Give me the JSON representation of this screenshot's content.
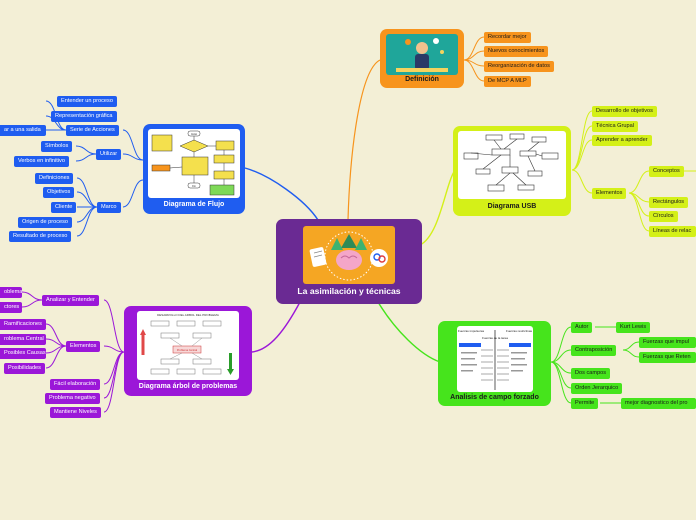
{
  "central": {
    "title": "La asimilación y técnicas",
    "color": "#6a2a93"
  },
  "definicion": {
    "title": "Definición",
    "items": [
      "Recordar mejor",
      "Nuevos conocimientos",
      "Reorganización de datos",
      "De MCP A MLP"
    ]
  },
  "usb": {
    "title": "Diagrama USB",
    "items": [
      "Desarrollo de objetivos",
      "Técnica Grupal",
      "Aprender a aprender"
    ],
    "elementos": {
      "label": "Elementos",
      "children": [
        "Conceptos",
        "Rectángulos",
        "Círculos",
        "Líneas de relac"
      ]
    }
  },
  "campo": {
    "title": "Analisis de campo forzado",
    "autor": {
      "label": "Autor",
      "value": "Kurt Lewis"
    },
    "contraposicion": {
      "label": "Contraposición",
      "children": [
        "Fuerzas que impul",
        "Fuerzas que Reten"
      ]
    },
    "items": [
      "Dos campos",
      "Orden Jerarquico"
    ],
    "permite": {
      "label": "Permite",
      "value": "mejor diagnostico del pro"
    },
    "thumb": {
      "left_header": "Fuerzas impulsoras",
      "center": "Fuerzas de la tarea",
      "right_header": "Fuerzas restrictivas"
    }
  },
  "flujo": {
    "title": "Diagrama de Flujo",
    "serie": {
      "label": "Serie de Acciones",
      "children": [
        "Entender un proceso",
        "Representación gráfica",
        "ar a una salida"
      ]
    },
    "utilizar": {
      "label": "Utilizar",
      "children": [
        "Símbolos",
        "Verbos en infinitivo"
      ]
    },
    "marco": {
      "label": "Marco",
      "children": [
        "Definiciones",
        "Objetivos",
        "Cliente",
        "Origen de proceso",
        "Resultado de proceso"
      ]
    },
    "thumb": {
      "start": "Inicio",
      "end": "Fin"
    }
  },
  "arbol": {
    "title": "Diagrama árbol de problemas",
    "analizar": {
      "label": "Analizar y Entender",
      "children": [
        "oblemas",
        "ctores"
      ]
    },
    "elementos": {
      "label": "Elementos",
      "children": [
        "Ramificaciones",
        "roblema Central",
        "Posibles Causas",
        "Posibilidades"
      ]
    },
    "items": [
      "Fácil elaboración",
      "Problema negativo",
      "Mantiene Niveles"
    ],
    "thumb": {
      "title": "DESARROLLO DEL ARBOL DEL PROBLEMA",
      "center": "Problema Central"
    }
  },
  "colors": {
    "background": "#f3efd6",
    "orange": "#f7941d",
    "yellow": "#d4f018",
    "green": "#46e41c",
    "blue": "#1f5df0",
    "purple": "#9b17d8"
  }
}
